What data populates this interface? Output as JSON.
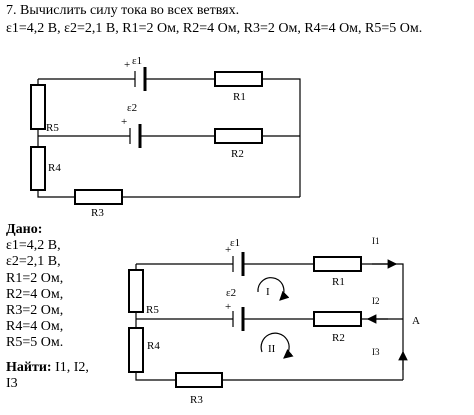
{
  "problem": {
    "title": "7. Вычислить силу тока во всех ветвях.",
    "values_line": "ε1=4,2 В, ε2=2,1 В, R1=2 Ом, R2=4 Ом, R3=2 Ом, R4=4 Ом, R5=5 Ом."
  },
  "given": {
    "heading": "Дано:",
    "lines": [
      "ε1=4,2 В,",
      "ε2=2,1 В,",
      "R1=2 Ом,",
      "R2=4 Ом,",
      "R3=2 Ом,",
      "R4=4 Ом,",
      "R5=5 Ом."
    ],
    "find_label": "Найти:",
    "find_items": "I1, I2,",
    "find_items_2": "I3"
  },
  "circuit1": {
    "plus1": "+",
    "emf1": "ε1",
    "r1": "R1",
    "plus2": "+",
    "emf2": "ε2",
    "r2": "R2",
    "r3": "R3",
    "r4": "R4",
    "r5": "R5"
  },
  "circuit2": {
    "emf1": "ε1",
    "plus1": "+",
    "r1": "R1",
    "i1": "I1",
    "emf2": "ε2",
    "plus2": "+",
    "r2": "R2",
    "i2": "I2",
    "i3": "I3",
    "node_a": "A",
    "loop1": "I",
    "loop2": "II",
    "r3": "R3",
    "r4": "R4",
    "r5": "R5"
  }
}
